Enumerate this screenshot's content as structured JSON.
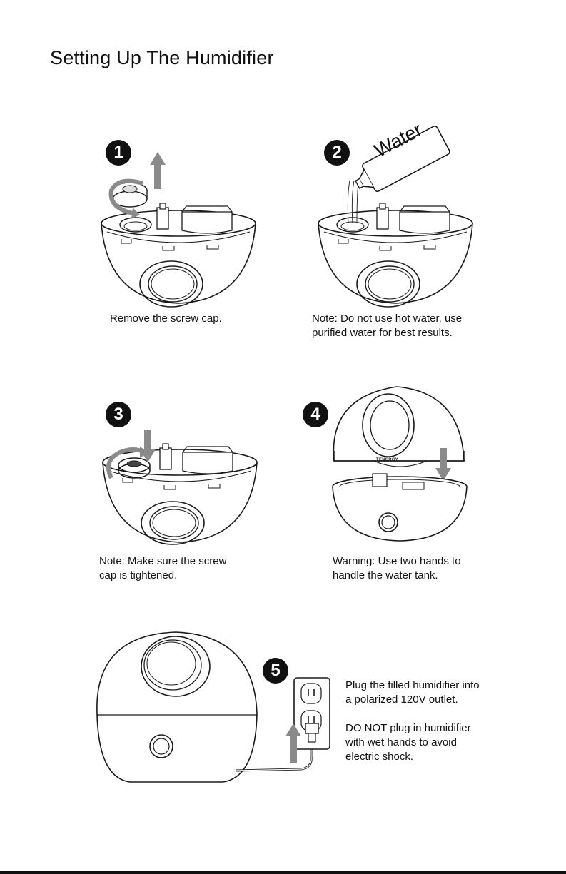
{
  "page": {
    "title": "Setting Up The Humidifier"
  },
  "steps": [
    {
      "number": "1",
      "caption_lines": [
        "Remove the screw cap."
      ]
    },
    {
      "number": "2",
      "bottle_label": "Water",
      "caption_lines": [
        "Note: Do not use hot water, use",
        "purified water for best results."
      ]
    },
    {
      "number": "3",
      "caption_lines": [
        "Note: Make sure the screw",
        "cap is tightened."
      ]
    },
    {
      "number": "4",
      "brand_label": "TENERGY",
      "caption_lines": [
        "Warning: Use two hands to",
        "handle the water tank."
      ]
    },
    {
      "number": "5",
      "paragraphs": [
        [
          "Plug the filled humidifier into",
          "a polarized 120V outlet."
        ],
        [
          "DO NOT plug in humidifier",
          "with wet hands to avoid",
          "electric shock."
        ]
      ]
    }
  ],
  "colors": {
    "text": "#111111",
    "arrow": "#8a8a8a",
    "line": "#1a1a1a"
  }
}
